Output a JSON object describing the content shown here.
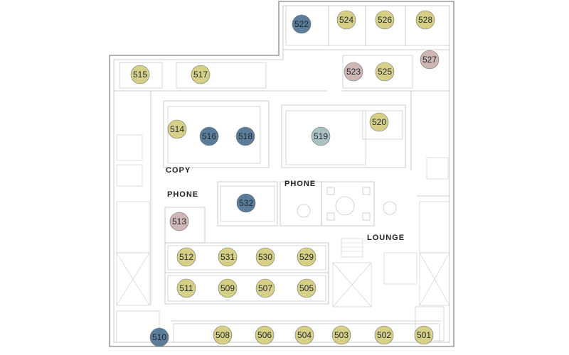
{
  "colors": {
    "available": "#d7cf86",
    "occupied": "#5c7d99",
    "pending": "#cdb6b4",
    "reserved": "#a9c1c0"
  },
  "room_labels": {
    "copy": "COPY",
    "phone_left": "PHONE",
    "phone_center": "PHONE",
    "lounge": "LOUNGE"
  },
  "offices": [
    {
      "id": "522",
      "status": "occupied"
    },
    {
      "id": "524",
      "status": "available"
    },
    {
      "id": "526",
      "status": "available"
    },
    {
      "id": "528",
      "status": "available"
    },
    {
      "id": "523",
      "status": "pending"
    },
    {
      "id": "525",
      "status": "available"
    },
    {
      "id": "527",
      "status": "pending"
    },
    {
      "id": "515",
      "status": "available"
    },
    {
      "id": "517",
      "status": "available"
    },
    {
      "id": "514",
      "status": "available"
    },
    {
      "id": "516",
      "status": "occupied"
    },
    {
      "id": "518",
      "status": "occupied"
    },
    {
      "id": "519",
      "status": "reserved"
    },
    {
      "id": "520",
      "status": "available"
    },
    {
      "id": "532",
      "status": "occupied"
    },
    {
      "id": "513",
      "status": "pending"
    },
    {
      "id": "512",
      "status": "available"
    },
    {
      "id": "531",
      "status": "available"
    },
    {
      "id": "530",
      "status": "available"
    },
    {
      "id": "529",
      "status": "available"
    },
    {
      "id": "511",
      "status": "available"
    },
    {
      "id": "509",
      "status": "available"
    },
    {
      "id": "507",
      "status": "available"
    },
    {
      "id": "505",
      "status": "available"
    },
    {
      "id": "510",
      "status": "occupied"
    },
    {
      "id": "508",
      "status": "available"
    },
    {
      "id": "506",
      "status": "available"
    },
    {
      "id": "504",
      "status": "available"
    },
    {
      "id": "503",
      "status": "available"
    },
    {
      "id": "502",
      "status": "available"
    },
    {
      "id": "501",
      "status": "available"
    }
  ]
}
